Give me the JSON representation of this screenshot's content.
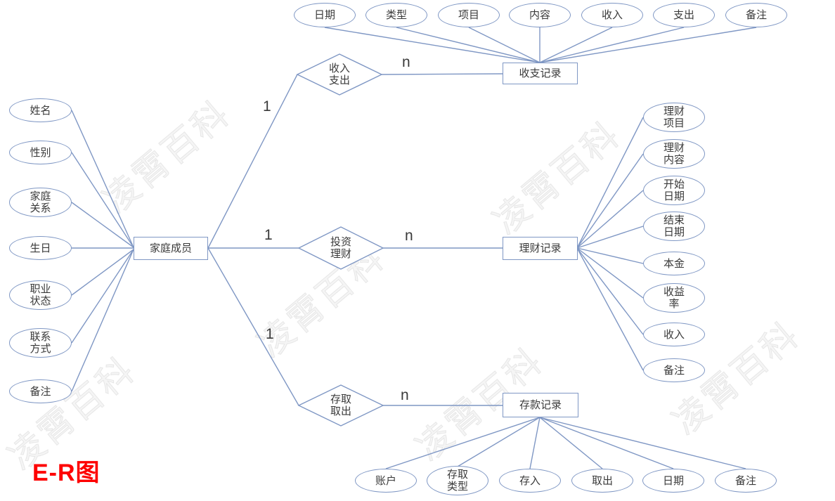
{
  "diagram_title": "E-R图",
  "watermark": "凌霄百科",
  "colors": {
    "line": "#7f97c4",
    "text": "#3a3a3a",
    "title": "#fe0000"
  },
  "entities": {
    "family": "家庭成员",
    "income_expense": "收支记录",
    "finance": "理财记录",
    "deposit": "存款记录"
  },
  "relationships": {
    "income_expense": "收入\n支出",
    "invest": "投资\n理财",
    "deposit": "存取\n取出"
  },
  "cardinality": {
    "one": "1",
    "many": "n"
  },
  "family_attrs": [
    "姓名",
    "性别",
    "家庭\n关系",
    "生日",
    "职业\n状态",
    "联系\n方式",
    "备注"
  ],
  "income_expense_attrs": [
    "日期",
    "类型",
    "项目",
    "内容",
    "收入",
    "支出",
    "备注"
  ],
  "finance_attrs": [
    "理财\n项目",
    "理财\n内容",
    "开始\n日期",
    "结束\n日期",
    "本金",
    "收益\n率",
    "收入",
    "备注"
  ],
  "deposit_attrs": [
    "账户",
    "存取\n类型",
    "存入",
    "取出",
    "日期",
    "备注"
  ]
}
